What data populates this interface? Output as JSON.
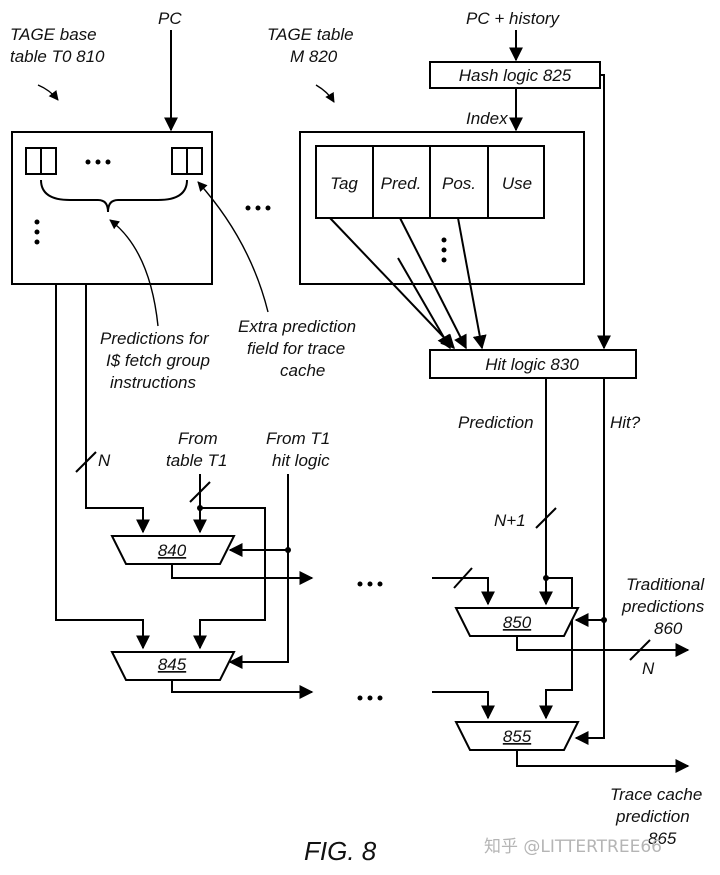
{
  "labels": {
    "pc": "PC",
    "pc_history": "PC + history",
    "tage_base_1": "TAGE base",
    "tage_base_2": "table T0 810",
    "tage_table_1": "TAGE table",
    "tage_table_2": "M 820",
    "hash_logic": "Hash logic 825",
    "index": "Index",
    "col_tag": "Tag",
    "col_pred": "Pred.",
    "col_pos": "Pos.",
    "col_use": "Use",
    "predictions_for_1": "Predictions for",
    "predictions_for_2": "I$ fetch group",
    "predictions_for_3": "instructions",
    "extra_field_1": "Extra prediction",
    "extra_field_2": "field for trace",
    "extra_field_3": "cache",
    "hit_logic": "Hit logic 830",
    "prediction": "Prediction",
    "hit_q": "Hit?",
    "n_left": "N",
    "from_table_1": "From",
    "from_table_2": "table T1",
    "from_t1_1": "From T1",
    "from_t1_2": "hit logic",
    "n_plus_1": "N+1",
    "mux_840": "840",
    "mux_845": "845",
    "mux_850": "850",
    "mux_855": "855",
    "trad_1": "Traditional",
    "trad_2": "predictions",
    "trad_3": "860",
    "n_right": "N",
    "trace_1": "Trace cache",
    "trace_2": "prediction",
    "trace_3": "865",
    "figure": "FIG. 8",
    "watermark": "知乎 @LITTERTREE66"
  }
}
